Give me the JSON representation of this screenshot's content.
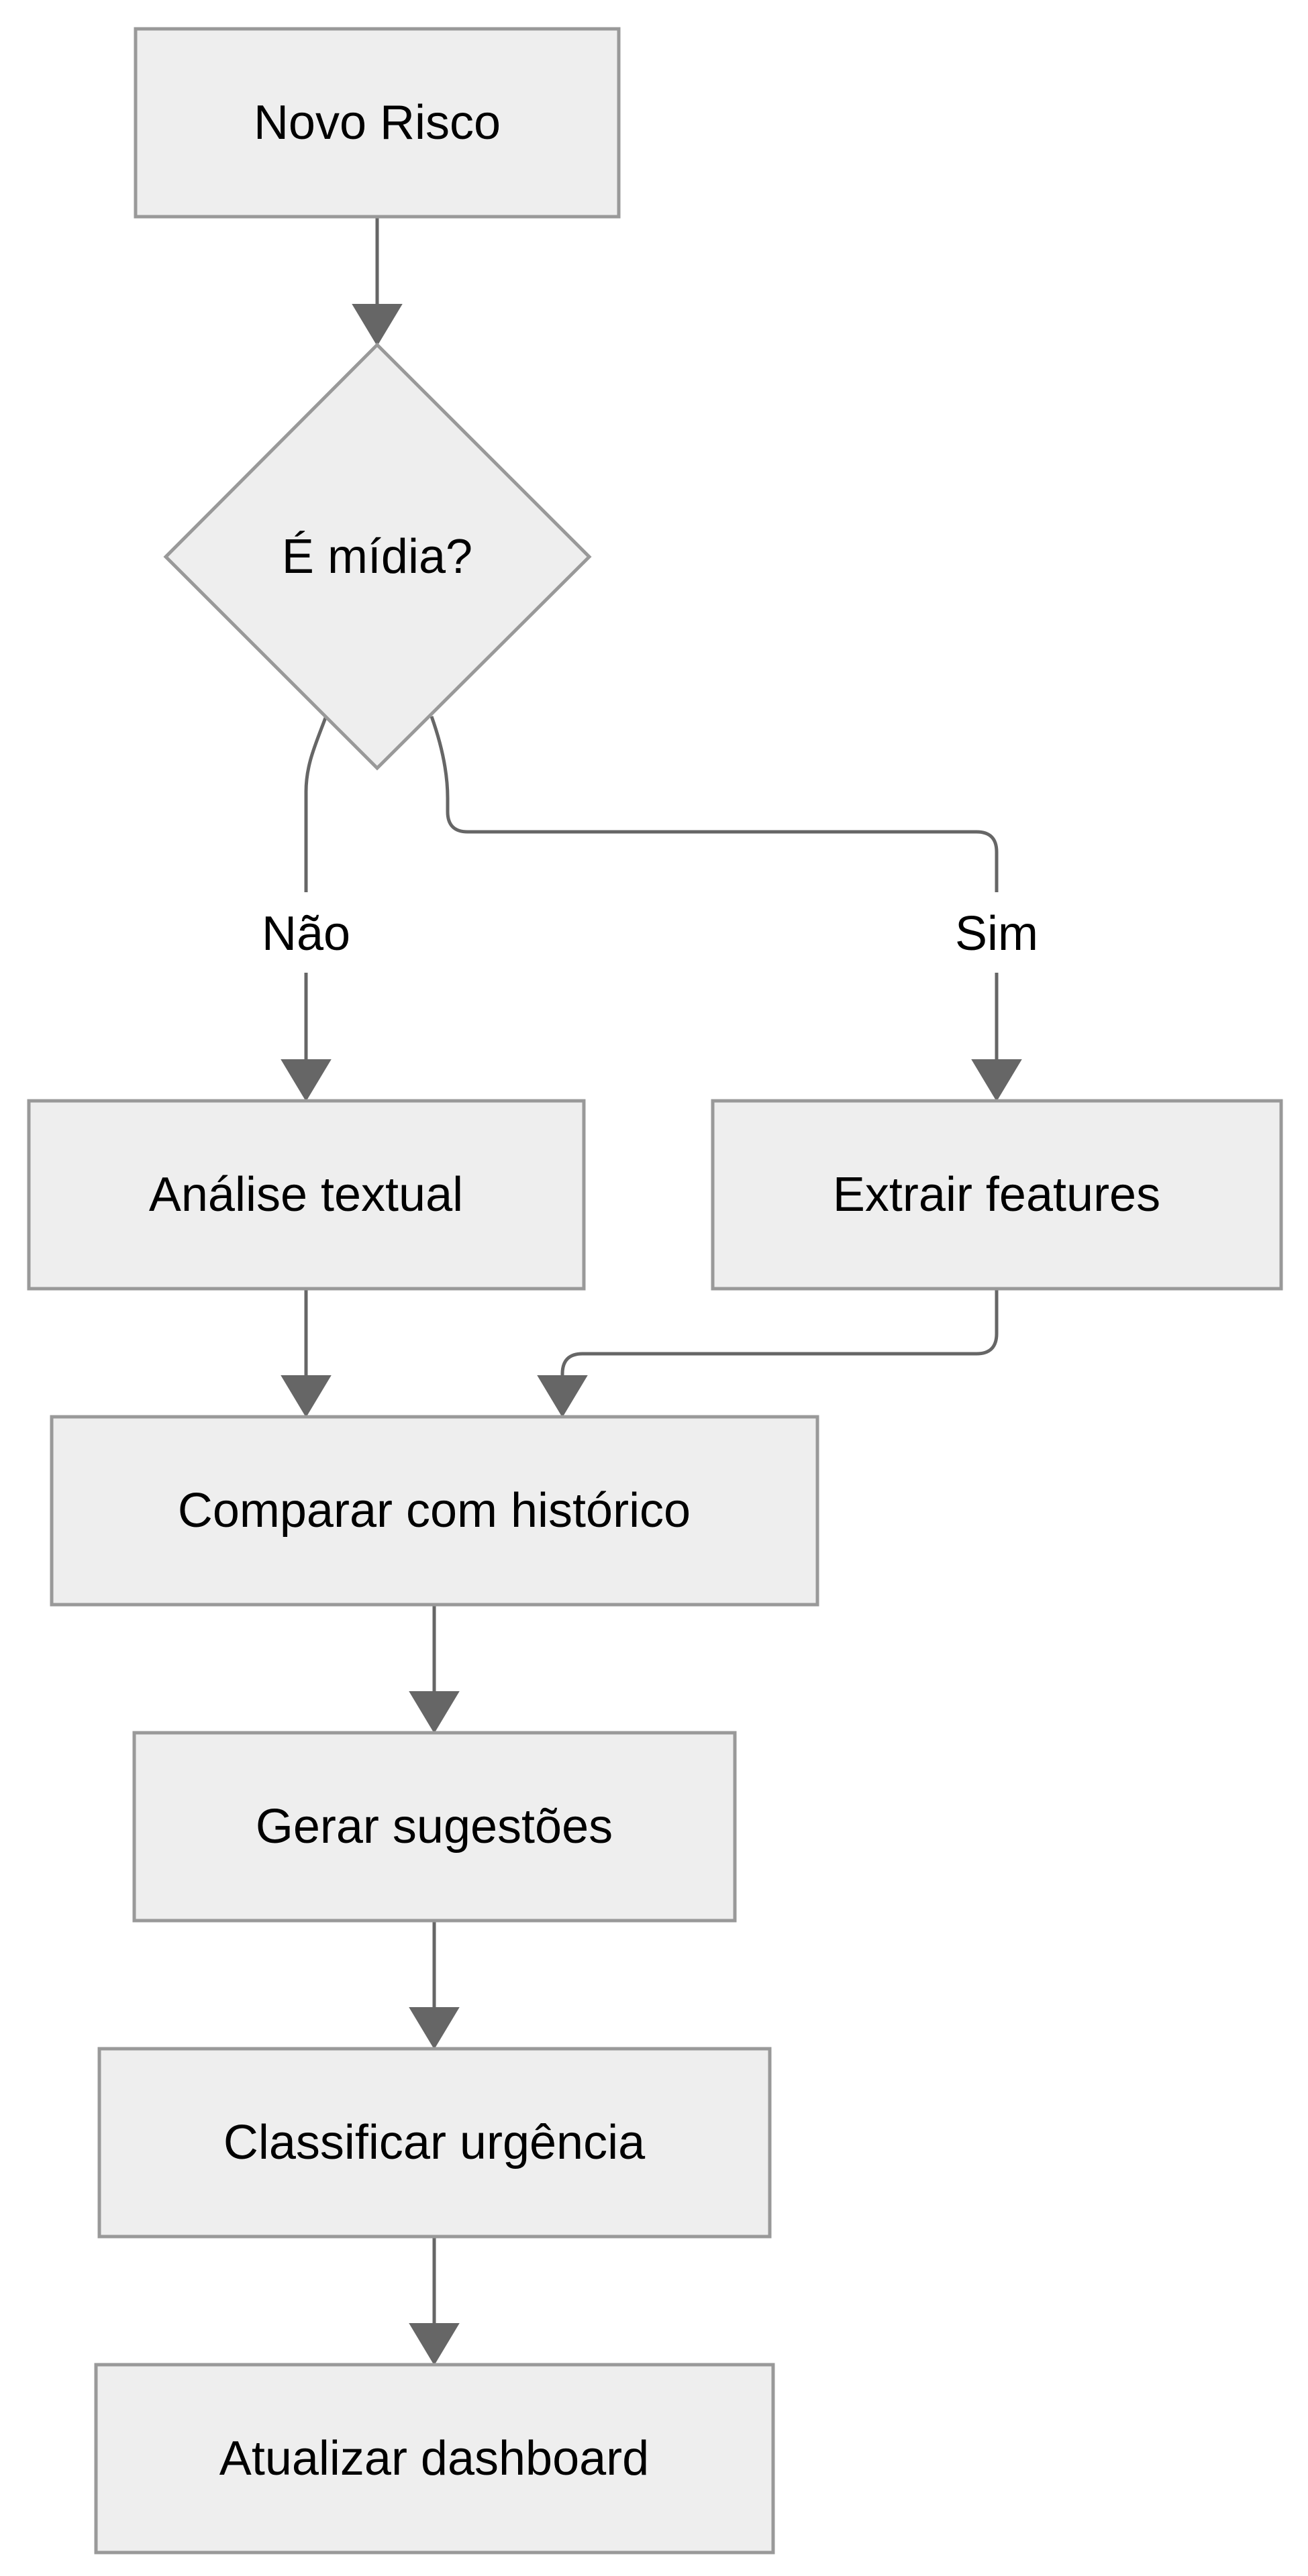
{
  "diagram": {
    "type": "flowchart",
    "colors": {
      "node_fill": "#eeeeee",
      "node_border": "#999999",
      "edge": "#666666",
      "text": "#000000",
      "background": "#ffffff"
    },
    "nodes": {
      "novo_risco": "Novo Risco",
      "e_midia": "É mídia?",
      "analise_textual": "Análise textual",
      "extrair_features": "Extrair features",
      "comparar_historico": "Comparar com histórico",
      "gerar_sugestoes": "Gerar sugestões",
      "classificar_urgencia": "Classificar urgência",
      "atualizar_dashboard": "Atualizar dashboard"
    },
    "edges": {
      "nao": "Não",
      "sim": "Sim"
    }
  }
}
